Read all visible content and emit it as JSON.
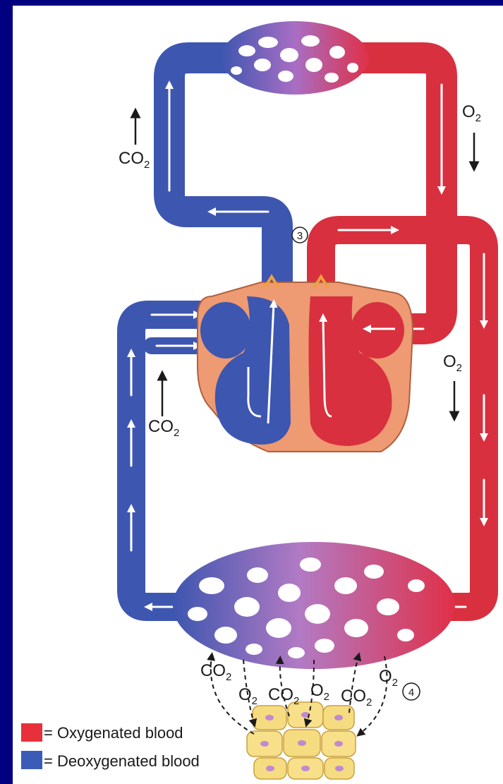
{
  "labels": {
    "co2_top": {
      "base": "CO",
      "sub": "2"
    },
    "o2_top": {
      "base": "O",
      "sub": "2"
    },
    "co2_mid": {
      "base": "CO",
      "sub": "2"
    },
    "o2_mid": {
      "base": "O",
      "sub": "2"
    },
    "marker_3": "3",
    "marker_4": "4",
    "co2_b1": {
      "base": "CO",
      "sub": "2"
    },
    "o2_b1": {
      "base": "O",
      "sub": "2"
    },
    "co2_b2": {
      "base": "CO",
      "sub": "2"
    },
    "o2_b2": {
      "base": "O",
      "sub": "2"
    },
    "co2_b3": {
      "base": "CO",
      "sub": "2"
    },
    "o2_b3": {
      "base": "O",
      "sub": "2"
    }
  },
  "legend": {
    "oxygenated": {
      "text": "= Oxygenated blood",
      "color": "#e8303a"
    },
    "deoxygenated": {
      "text": "= Deoxygenated blood",
      "color": "#3a5bb8"
    }
  },
  "colors": {
    "background": "#000080",
    "panel": "#ffffff",
    "blue_vessel": "#3d56b0",
    "red_vessel": "#d8303e",
    "heart_wall": "#ee9a72",
    "capillary_mix": "#b27ac4"
  }
}
